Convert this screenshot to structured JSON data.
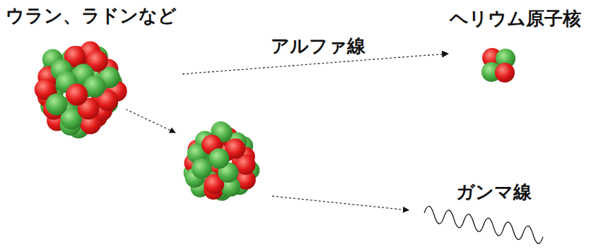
{
  "diagram": {
    "nodes": [
      {
        "text": [
          "ウラン、ラドンなど"
        ]
      },
      {
        "text": [
          "ヘリウム原子核"
        ]
      }
    ],
    "edges": [
      {
        "from": 0,
        "to": 1,
        "arrow": "to",
        "label": "アルファ線"
      }
    ],
    "labels": [
      "ガンマ線"
    ]
  }
}
